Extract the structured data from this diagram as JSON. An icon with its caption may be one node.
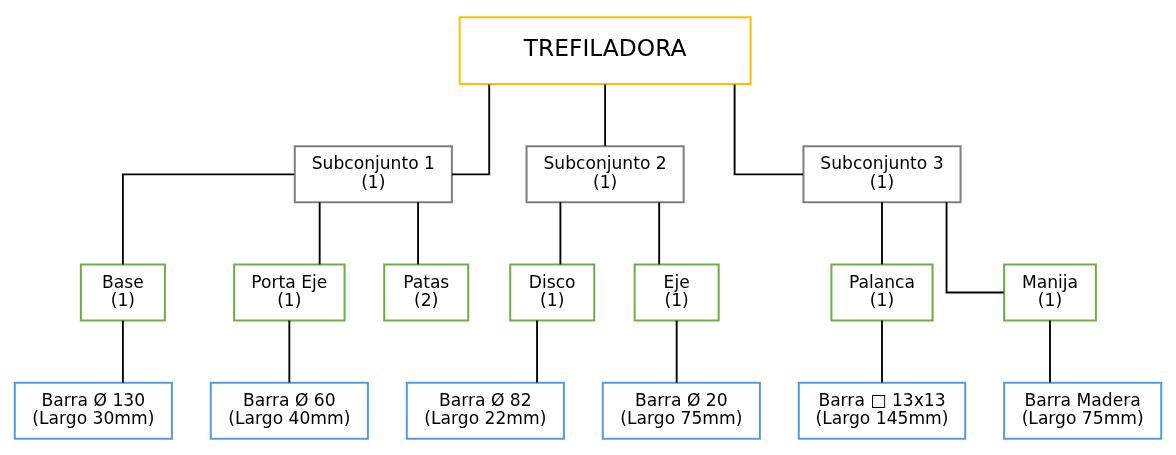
{
  "diagram": {
    "nodes": [
      {
        "text": [
          "TREFILADORA"
        ]
      },
      {
        "text": [
          "Subconjunto 1",
          "(1)"
        ]
      },
      {
        "text": [
          "Subconjunto 2",
          "(1)"
        ]
      },
      {
        "text": [
          "Subconjunto 3",
          "(1)"
        ]
      },
      {
        "text": [
          "Base",
          "(1)"
        ]
      },
      {
        "text": [
          "Porta Eje",
          "(1)"
        ]
      },
      {
        "text": [
          "Patas",
          "(2)"
        ]
      },
      {
        "text": [
          "Disco",
          "(1)"
        ]
      },
      {
        "text": [
          "Eje",
          "(1)"
        ]
      },
      {
        "text": [
          "Palanca",
          "(1)"
        ]
      },
      {
        "text": [
          "Manija",
          "(1)"
        ]
      },
      {
        "text": [
          "Barra Ø 130",
          "(Largo 30mm)"
        ]
      },
      {
        "text": [
          "Barra Ø 60",
          "(Largo 40mm)"
        ]
      },
      {
        "text": [
          "Barra Ø 82",
          "(Largo 22mm)"
        ]
      },
      {
        "text": [
          "Barra Ø 20",
          "(Largo 75mm)"
        ]
      },
      {
        "text": [
          "Barra □ 13x13",
          "(Largo 145mm)"
        ]
      },
      {
        "text": [
          "Barra Madera",
          "(Largo 75mm)"
        ]
      }
    ],
    "edges": [
      {
        "from": 0,
        "to": 1,
        "arrow": "none"
      },
      {
        "from": 0,
        "to": 2,
        "arrow": "none"
      },
      {
        "from": 0,
        "to": 3,
        "arrow": "none"
      },
      {
        "from": 1,
        "to": 4,
        "arrow": "none"
      },
      {
        "from": 1,
        "to": 5,
        "arrow": "none"
      },
      {
        "from": 1,
        "to": 6,
        "arrow": "none"
      },
      {
        "from": 2,
        "to": 7,
        "arrow": "none"
      },
      {
        "from": 2,
        "to": 8,
        "arrow": "none"
      },
      {
        "from": 3,
        "to": 9,
        "arrow": "none"
      },
      {
        "from": 3,
        "to": 10,
        "arrow": "none"
      },
      {
        "from": 4,
        "to": 11,
        "arrow": "none"
      },
      {
        "from": 5,
        "to": 12,
        "arrow": "none"
      },
      {
        "from": 7,
        "to": 13,
        "arrow": "none"
      },
      {
        "from": 8,
        "to": 14,
        "arrow": "none"
      },
      {
        "from": 9,
        "to": 15,
        "arrow": "none"
      },
      {
        "from": 10,
        "to": 16,
        "arrow": "none"
      }
    ]
  }
}
